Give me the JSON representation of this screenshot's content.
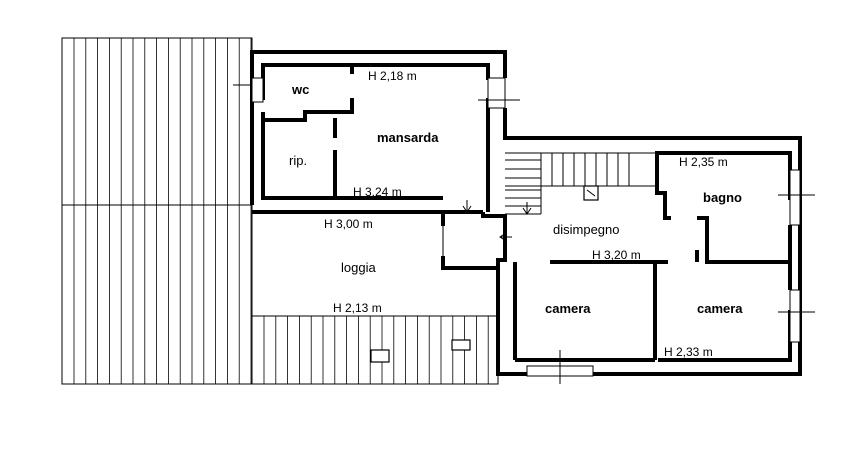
{
  "rooms": {
    "wc": "wc",
    "mansarda": "mansarda",
    "rip": "rip.",
    "loggia": "loggia",
    "disimpegno": "disimpegno",
    "bagno": "bagno",
    "camera_left": "camera",
    "camera_right": "camera"
  },
  "heights": {
    "mansarda_top": "H 2,18 m",
    "mansarda_bottom": "H 3,24 m",
    "loggia_top": "H 3,00 m",
    "loggia_bottom": "H 2,13 m",
    "bagno": "H 2,35 m",
    "disimpegno": "H 3,20 m",
    "camera_right": "H 2,33 m"
  },
  "colors": {
    "lines": "#000000",
    "background": "#ffffff"
  }
}
